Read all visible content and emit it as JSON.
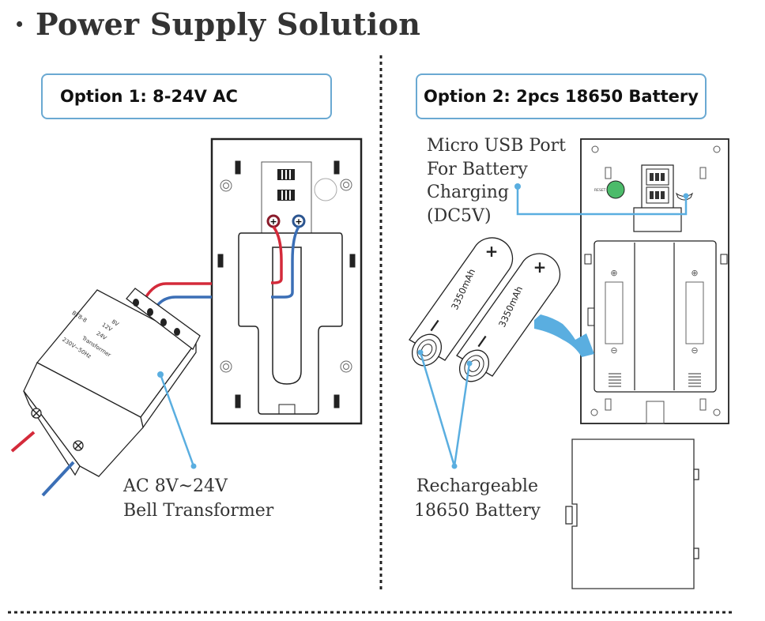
{
  "page": {
    "title": "· Power Supply Solution"
  },
  "options": [
    {
      "label": "Option 1: 8-24V AC",
      "callout": [
        "AC 8V~24V",
        "Bell Transformer"
      ],
      "transformer": {
        "model": "BT8-8",
        "name": "Transformer",
        "outputs": [
          "8V",
          "12V",
          "24V"
        ],
        "input": "230V~50Hz"
      },
      "wire_colors": {
        "red": "#d42a3a",
        "blue": "#3b6fb6"
      }
    },
    {
      "label": "Option 2: 2pcs 18650 Battery",
      "usb_callout": [
        "Micro USB Port",
        "For Battery",
        "Charging",
        "(DC5V)"
      ],
      "battery_callout": [
        "Rechargeable",
        "18650 Battery"
      ],
      "battery_capacity": "3350mAh",
      "battery_count": 2,
      "reset_label": "RESET",
      "reset_color": "#4cbb6a"
    }
  ],
  "colors": {
    "accent": "#5aaee0",
    "box_border": "#6aa9d2",
    "line": "#222222"
  }
}
